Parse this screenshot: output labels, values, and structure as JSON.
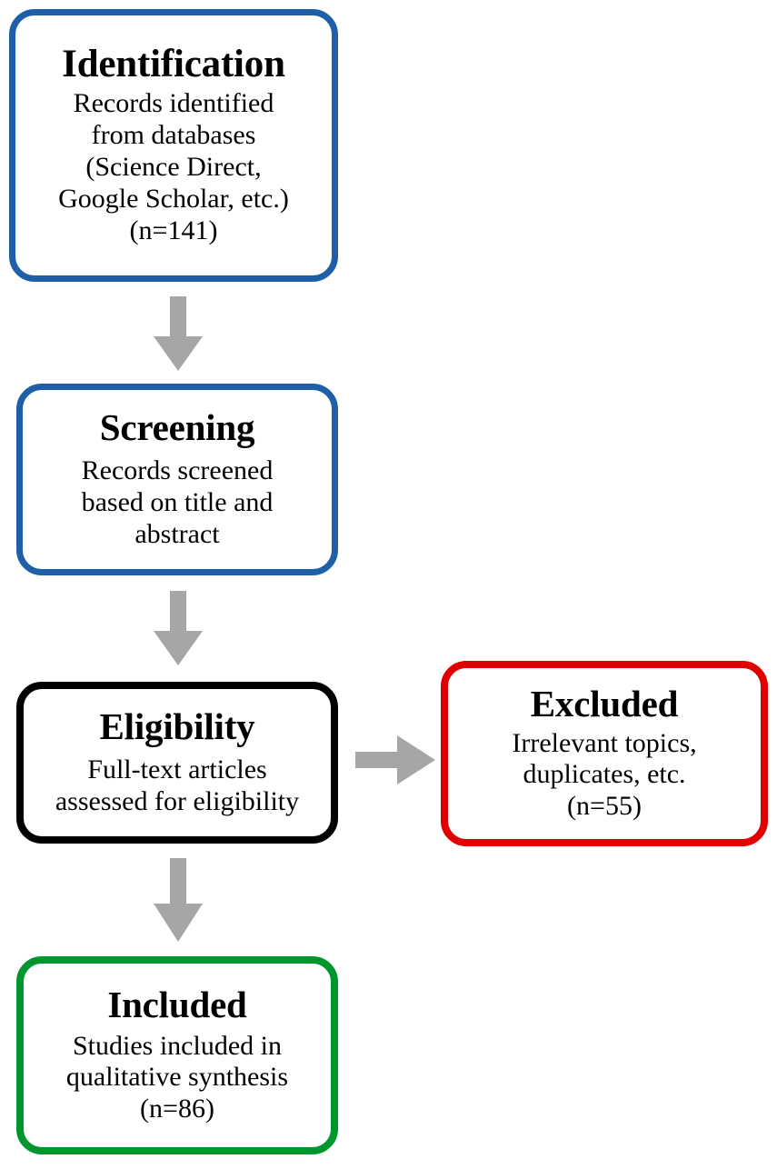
{
  "diagram": {
    "type": "prisma-flow-diagram",
    "colors": {
      "identification_border": "#1F5FA8",
      "screening_border": "#1F5FA8",
      "eligibility_border": "#000000",
      "excluded_border": "#E10000",
      "included_border": "#00962E",
      "arrow": "#A6A6A6",
      "background": "#FFFFFF",
      "text": "#000000"
    },
    "nodes": {
      "identification": {
        "heading": "Identification",
        "lines": [
          "Records identified",
          "from databases",
          "(Science Direct,",
          "Google Scholar, etc.)",
          "(n=141)"
        ],
        "count": 141
      },
      "screening": {
        "heading": "Screening",
        "lines": [
          "Records screened",
          "based on title and",
          "abstract"
        ]
      },
      "eligibility": {
        "heading": "Eligibility",
        "lines": [
          "Full-text articles",
          "assessed for eligibility"
        ]
      },
      "excluded": {
        "heading": "Excluded",
        "lines": [
          "Irrelevant topics,",
          "duplicates, etc.",
          "(n=55)"
        ],
        "count": 55
      },
      "included": {
        "heading": "Included",
        "lines": [
          "Studies included in",
          "qualitative synthesis",
          "(n=86)"
        ],
        "count": 86
      }
    },
    "arrows": [
      {
        "name": "identification-to-screening",
        "direction": "down"
      },
      {
        "name": "screening-to-eligibility",
        "direction": "down"
      },
      {
        "name": "eligibility-to-included",
        "direction": "down"
      },
      {
        "name": "eligibility-to-excluded",
        "direction": "right"
      }
    ]
  }
}
